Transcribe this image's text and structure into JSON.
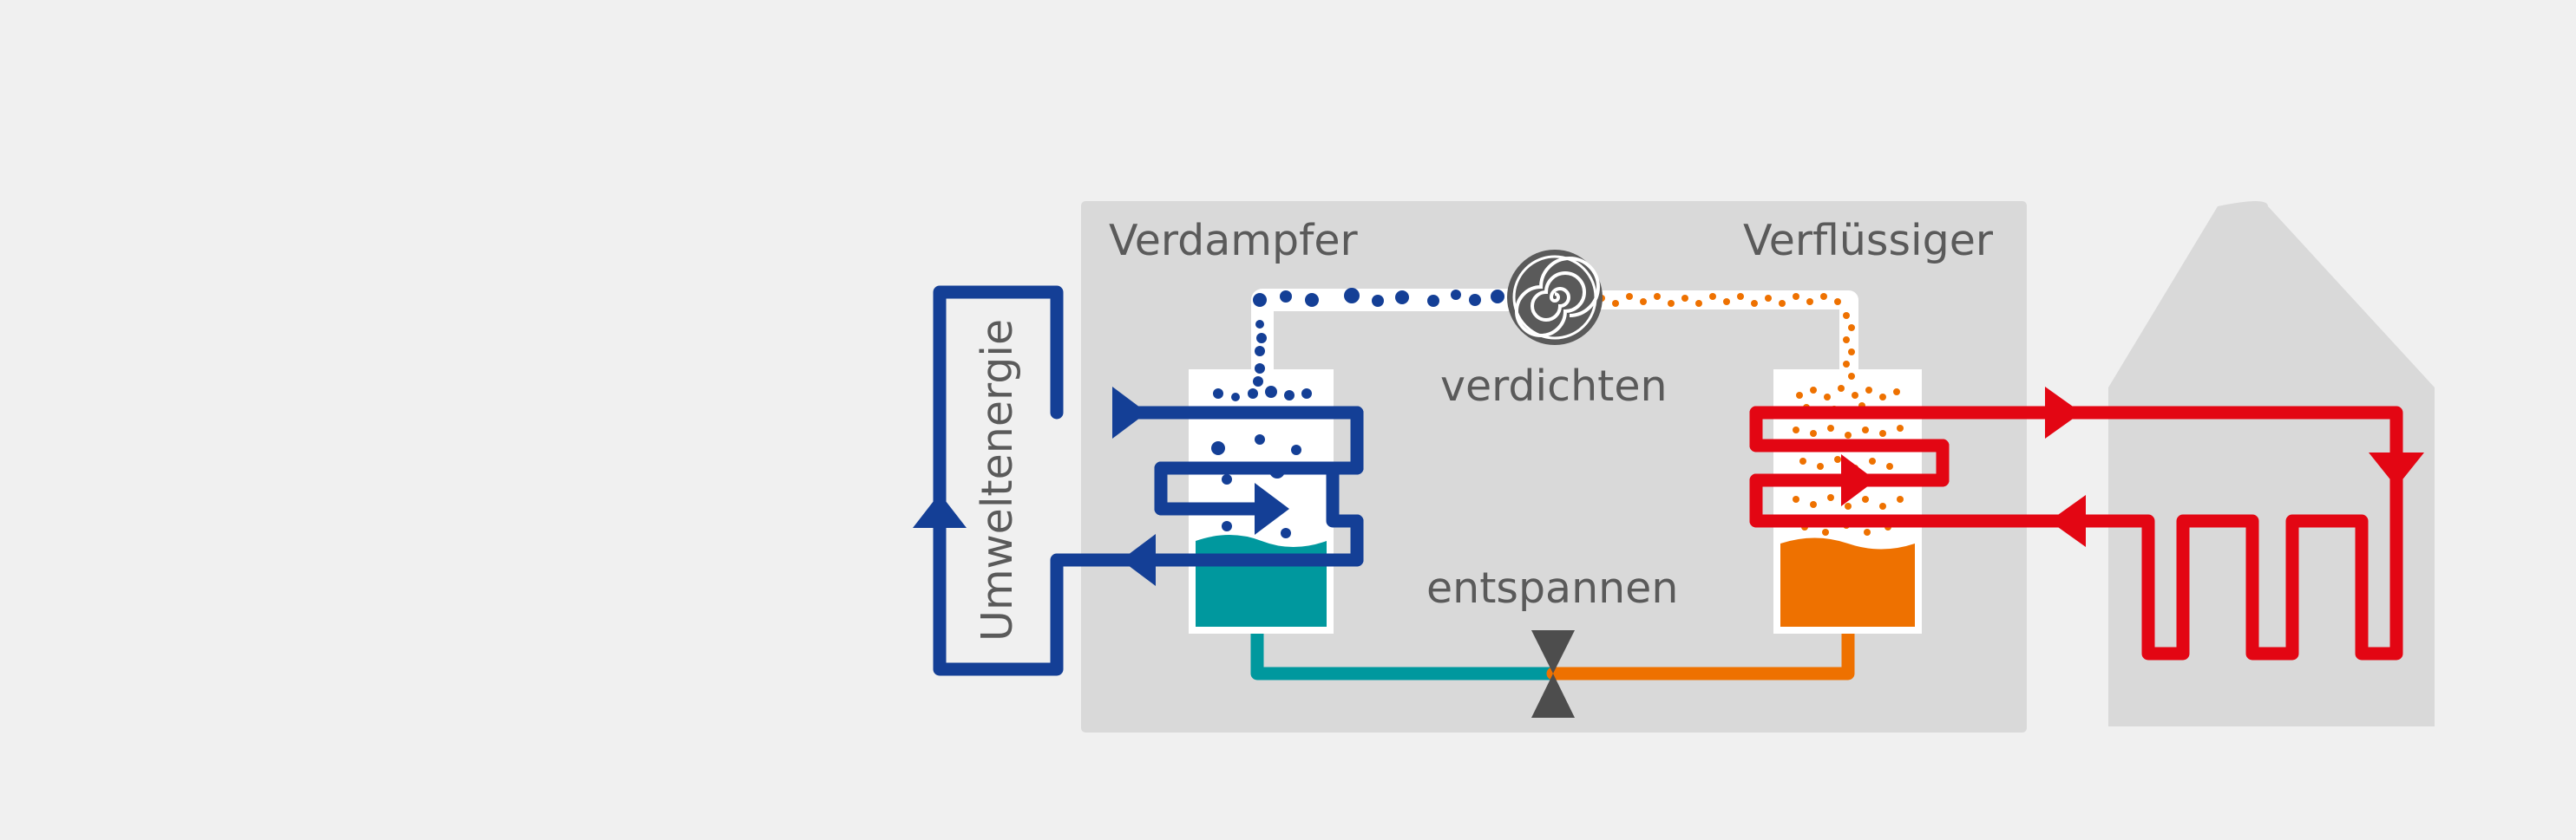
{
  "labels": {
    "evaporator": "Verdampfer",
    "condenser": "Verflüssiger",
    "compress": "verdichten",
    "expand": "entspannen",
    "ambient_energy": "Umweltenergie"
  },
  "colors": {
    "background": "#f0f0f0",
    "panel": "#d9d9d9",
    "house": "#d9d9d9",
    "cold_loop": "#143f96",
    "warm_loop": "#e30613",
    "vapor_cold": "#143f96",
    "vapor_hot": "#ee7100",
    "liquid_cold": "#00989e",
    "liquid_hot": "#ee7100",
    "compressor": "#5a5a5a",
    "valve": "#4d4d4d",
    "text": "#5a5a5a"
  },
  "icons": {
    "compressor": "spiral-icon",
    "valve": "hourglass-valve-icon",
    "house": "house-icon",
    "radiator": "underfloor-heating-icon"
  }
}
